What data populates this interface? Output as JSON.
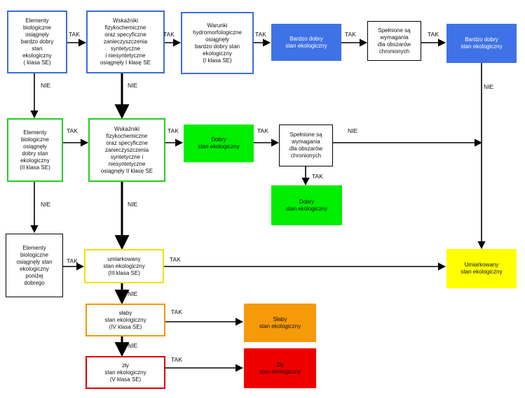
{
  "labels": {
    "yes": "TAK",
    "no": "NIE"
  },
  "colors": {
    "blue": "#3f72e6",
    "green": "#00ee00",
    "yellow": "#ffff00",
    "orange": "#f79a0a",
    "red": "#ef0000"
  },
  "boxes": {
    "bio_very_good": "Elementy\nbiologiczne\nosiągnęły\nbardzo dobry\nstan\nekologiczny\n( klasa SE)",
    "phys_very_good": "Wskaźniki\nfizykochemiczne\noraz specyficzne\nzanieczyszczenia\nsyntetyczne\ni niesyntetyczne\nosiągnęły I klasę SE",
    "hydro_very_good": "Warunki\nhydromorfologiczne\nosiągnęły\nbardzo dobry stan\nekologiczny\n(I klasa SE)",
    "very_good_status_1": "Bardzo dobry\nstan ekologiczny",
    "protected_req_1": "Spełnione są\nwymagania\ndla obszarów\nchronionych",
    "very_good_status_2": "Bardzo dobry\nstan ekologiczny",
    "bio_good": "Elementy\nbiologiczne\nosiągnęły\ndobry stan\nekologiczny\n(II klasa SE)",
    "phys_good": "Wskaźniki\nfizykochemiczne\noraz specyficzne\nzanieczyszczenia\nsyntetyczne i\nniesyntetyczne\nosiągnęły II klasę SE",
    "good_status_1": "Dobry\nstan ekologiczny",
    "protected_req_2": "Spełnione są\nwymagania\ndla obszarów\nchronionych",
    "good_status_2": "Dobry\nstan ekologiczny",
    "bio_below_good": "Elementy\nbiologiczne\nosiągnęły stan\nekologiczny\nponiżej\ndobrego",
    "moderate_check": "umiarkowany\nstan ekologiczny\n(III klasa SE)",
    "moderate_status": "Umiarkowany\nstan ekologiczny",
    "poor_check": "słaby\nstan ekologiczny\n(IV klasa SE)",
    "poor_status": "Słaby\nstan ekologiczny",
    "bad_check": "zły\nstan ekologiczny\n(V klasa SE)",
    "bad_status": "Zły\nstan ekologiczny"
  }
}
